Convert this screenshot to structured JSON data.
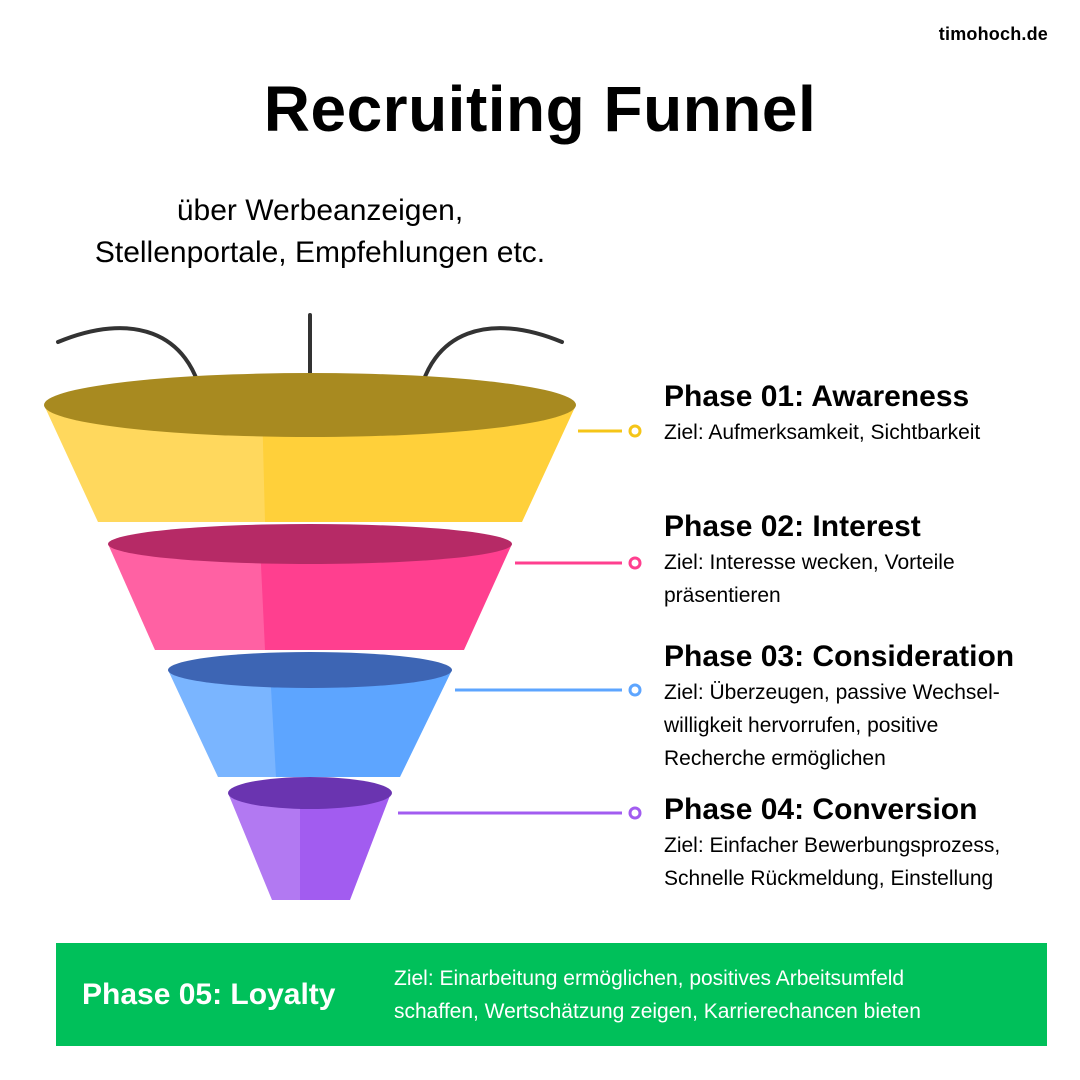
{
  "brand": "timohoch.de",
  "title": "Recruiting Funnel",
  "intro": "über Werbeanzeigen,\nStellenportale, Empfehlungen etc.",
  "phases": [
    {
      "title": "Phase 01: Awareness",
      "goal": "Ziel: Aufmerksamkeit, Sichtbarkeit",
      "color": "#f5c518"
    },
    {
      "title": "Phase 02: Interest",
      "goal": "Ziel: Interesse wecken, Vorteile\npräsentieren",
      "color": "#ff3f8f"
    },
    {
      "title": "Phase 03: Consideration",
      "goal": "Ziel: Überzeugen, passive Wechsel-\nwilligkeit hervorrufen, positive\nRecherche ermöglichen",
      "color": "#5da5ff"
    },
    {
      "title": "Phase 04: Conversion",
      "goal": "Ziel: Einfacher Bewerbungsprozess,\nSchnelle Rückmeldung, Einstellung",
      "color": "#a25cf0"
    }
  ],
  "loyalty": {
    "title": "Phase 05: Loyalty",
    "goal": "Ziel: Einarbeitung ermöglichen, positives Arbeitsumfeld\nschaffen, Wertschätzung zeigen, Karrierechancen bieten",
    "color": "#00c05a"
  }
}
